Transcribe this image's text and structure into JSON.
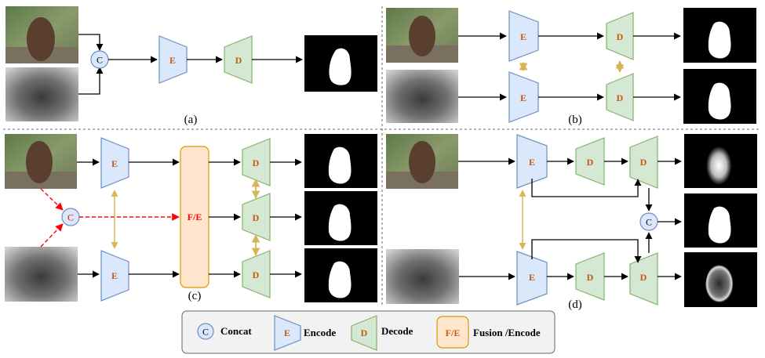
{
  "panels": {
    "a": {
      "caption": "(a)"
    },
    "b": {
      "caption": "(b)"
    },
    "c": {
      "caption": "(c)"
    },
    "d": {
      "caption": "(d)"
    }
  },
  "blocks": {
    "encode": "E",
    "decode": "D",
    "concat": "C",
    "fusion": "F/E"
  },
  "legend": {
    "concat": "Concat",
    "encode": "Encode",
    "decode": "Decode",
    "fusion": "Fusion /Encode"
  },
  "colors": {
    "encode_fill": "#dae8fc",
    "encode_stroke": "#6c8ebf",
    "decode_fill": "#d5e8d4",
    "decode_stroke": "#82b366",
    "fusion_fill": "#ffe6cc",
    "fusion_stroke": "#d79b00",
    "label_text": "#c65a11",
    "shared_weights_arrow": "#d6b656",
    "fusion_flow_arrow": "#ff0000",
    "legend_background": "#f2f2f2"
  }
}
